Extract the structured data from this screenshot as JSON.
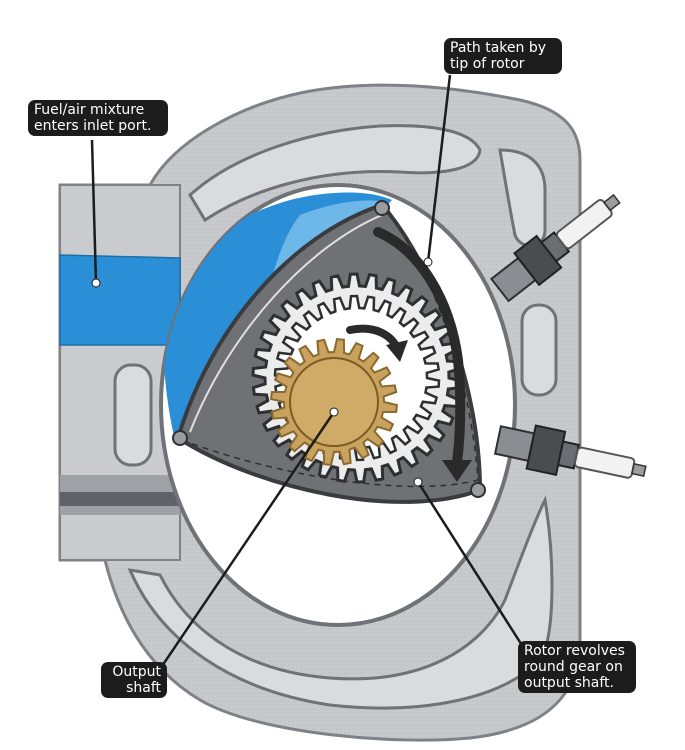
{
  "callouts": {
    "fuel_air": {
      "line1": "Fuel/air mixture",
      "line2": "enters inlet port."
    },
    "path_tip": {
      "line1": "Path taken by",
      "line2": "tip of rotor"
    },
    "output_shaft": {
      "line1": "Output",
      "line2": "shaft"
    },
    "rotor_revolves": {
      "line1": "Rotor revolves",
      "line2": "round gear on",
      "line3": "output shaft."
    }
  },
  "colors": {
    "housing": "#c9cbcf",
    "housing_outline": "#7e8186",
    "blue_chamber": "#2a8fd6",
    "rotor": "#6f7175",
    "gear_inner": "#ececec",
    "output_gear": "#c8a25e",
    "arrow": "#2a2a2a",
    "callout_bg": "#1c1c1c",
    "callout_text": "#ffffff"
  },
  "icons": {
    "spark_plug_top": "spark-plug-icon",
    "spark_plug_bottom": "spark-plug-icon",
    "rotation_arrow": "curved-arrow-icon"
  }
}
